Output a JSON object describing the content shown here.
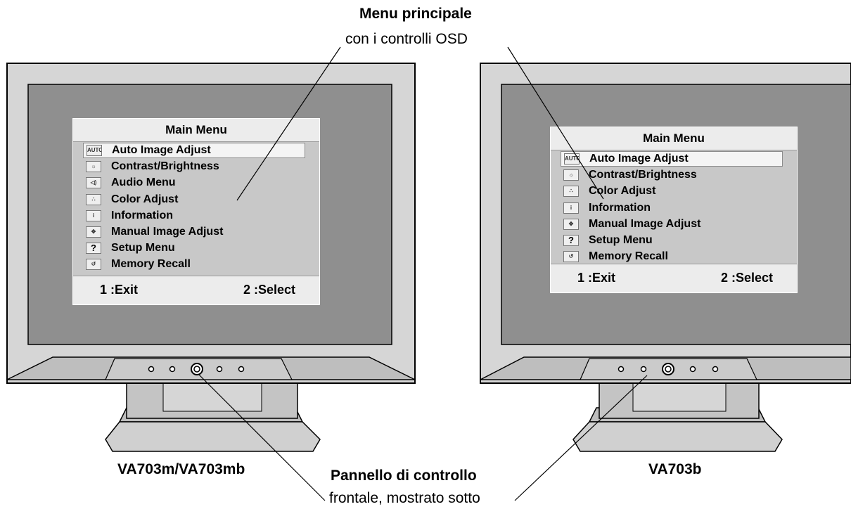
{
  "callouts": {
    "menu_title": "Menu principale",
    "menu_sub": "con i controlli OSD",
    "panel_title": "Pannello di controllo",
    "panel_sub": "frontale, mostrato sotto"
  },
  "monitors": [
    {
      "model": "VA703m/VA703mb",
      "menu": {
        "title": "Main Menu",
        "items": [
          {
            "icon": "auto-set-icon",
            "icon_text": "AUTO SET",
            "label": "Auto Image Adjust"
          },
          {
            "icon": "contrast-brightness-icon",
            "icon_text": "☼",
            "label": "Contrast/Brightness"
          },
          {
            "icon": "speaker-icon",
            "icon_text": "◁)",
            "label": "Audio Menu"
          },
          {
            "icon": "color-icon",
            "icon_text": "∴",
            "label": "Color Adjust"
          },
          {
            "icon": "info-icon",
            "icon_text": "i",
            "label": "Information"
          },
          {
            "icon": "move-arrows-icon",
            "icon_text": "✥",
            "label": "Manual Image Adjust"
          },
          {
            "icon": "question-icon",
            "icon_text": "?",
            "label": "Setup Menu"
          },
          {
            "icon": "recall-icon",
            "icon_text": "↺",
            "label": "Memory Recall"
          }
        ],
        "footer_left": "1 :Exit",
        "footer_right": "2 :Select"
      }
    },
    {
      "model": "VA703b",
      "menu": {
        "title": "Main Menu",
        "items": [
          {
            "icon": "auto-set-icon",
            "icon_text": "AUTO SET",
            "label": "Auto Image Adjust"
          },
          {
            "icon": "contrast-brightness-icon",
            "icon_text": "☼",
            "label": "Contrast/Brightness"
          },
          {
            "icon": "color-icon",
            "icon_text": "∴",
            "label": "Color Adjust"
          },
          {
            "icon": "info-icon",
            "icon_text": "i",
            "label": "Information"
          },
          {
            "icon": "move-arrows-icon",
            "icon_text": "✥",
            "label": "Manual Image Adjust"
          },
          {
            "icon": "question-icon",
            "icon_text": "?",
            "label": "Setup Menu"
          },
          {
            "icon": "recall-icon",
            "icon_text": "↺",
            "label": "Memory Recall"
          }
        ],
        "footer_left": "1 :Exit",
        "footer_right": "2 :Select"
      }
    }
  ]
}
